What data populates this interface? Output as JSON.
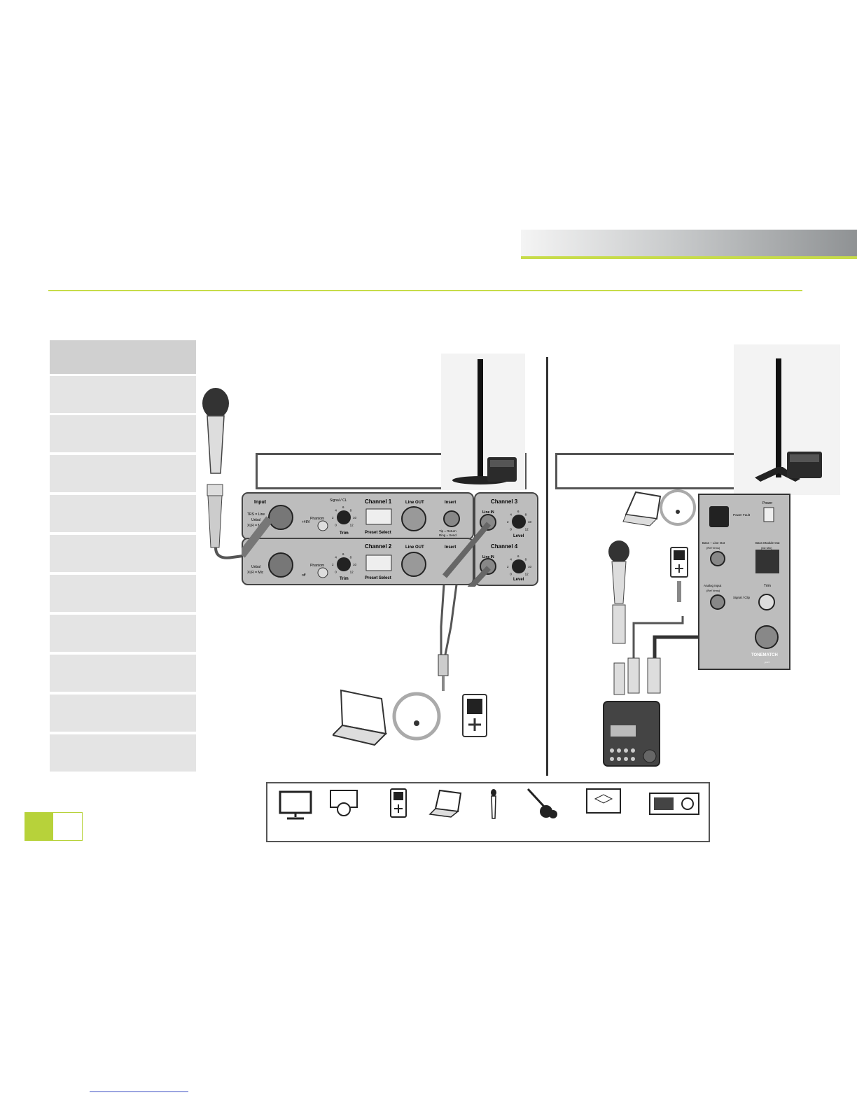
{
  "colors": {
    "accent": "#c7dc4a",
    "badge": "#b7d23a",
    "tab": "#e4e4e4",
    "tab_header": "#d0d0d0",
    "link": "#3b4fc4"
  },
  "panel": {
    "ch1_title": "Channel 1",
    "ch2_title": "Channel 2",
    "ch3_title": "Channel 3",
    "ch4_title": "Channel 4",
    "input": "Input",
    "trs": "TRS = Line",
    "unbal": "Unbal",
    "xlr": "XLR = Mic",
    "phantom": "Phantom",
    "v48": "+48V",
    "off": "off",
    "signal": "Signal / CL",
    "trim": "Trim",
    "preset_select": "Preset Select",
    "line_out": "Line OUT",
    "insert": "Insert",
    "insert_unbal": "Unbal",
    "tip_return": "Tip = Return",
    "ring_send": "Ring = Send",
    "line_in": "Line IN",
    "level": "Level",
    "ticks": [
      "0",
      "2",
      "4",
      "6",
      "8",
      "10",
      "12"
    ]
  },
  "right_panel": {
    "power": "Power",
    "power_fault": "Power Fault",
    "bass_line_out": "Bass – Line Out",
    "bass_line_out_sub": "(Ref Vrms)",
    "bass_module_out": "Bass Module Out",
    "bass_module_out_sub": "(4Ω Min)",
    "analog_input": "Analog Input",
    "analog_input_sub": "(Ref Vrms)",
    "signal_clip": "Signal / Clip",
    "trim": "Trim",
    "tonematch": "TONEMATCH",
    "tonematch_sub": "port"
  },
  "icons": [
    "tv-icon",
    "dvd-player-icon",
    "media-player-icon",
    "laptop-icon",
    "microphone-icon",
    "guitar-icon",
    "presentation-icon",
    "projector-icon"
  ]
}
